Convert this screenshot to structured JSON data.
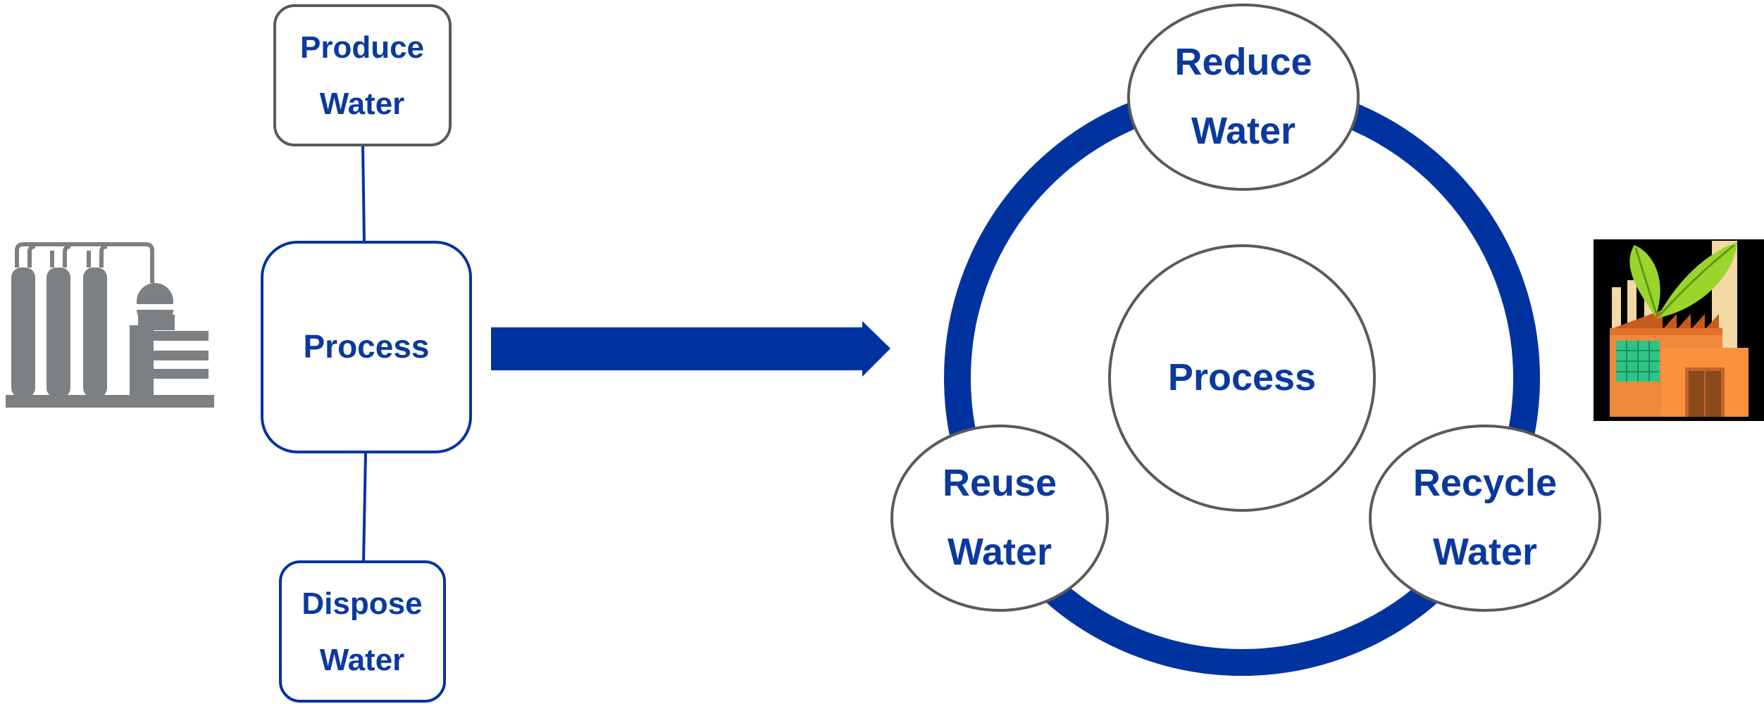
{
  "left_flow": {
    "produce": {
      "line1": "Produce",
      "line2": "Water"
    },
    "process": "Process",
    "dispose": {
      "line1": "Dispose",
      "line2": "Water"
    }
  },
  "right_cycle": {
    "center": "Process",
    "reduce": {
      "line1": "Reduce",
      "line2": "Water"
    },
    "reuse": {
      "line1": "Reuse",
      "line2": "Water"
    },
    "recycle": {
      "line1": "Recycle",
      "line2": "Water"
    }
  },
  "colors": {
    "primary_blue": "#0033a0",
    "label_blue": "#0a3a9e",
    "box_gray": "#5a5a5a",
    "plant_gray": "#7d8083"
  },
  "icons": [
    "industrial-plant-icon",
    "green-factory-icon"
  ]
}
